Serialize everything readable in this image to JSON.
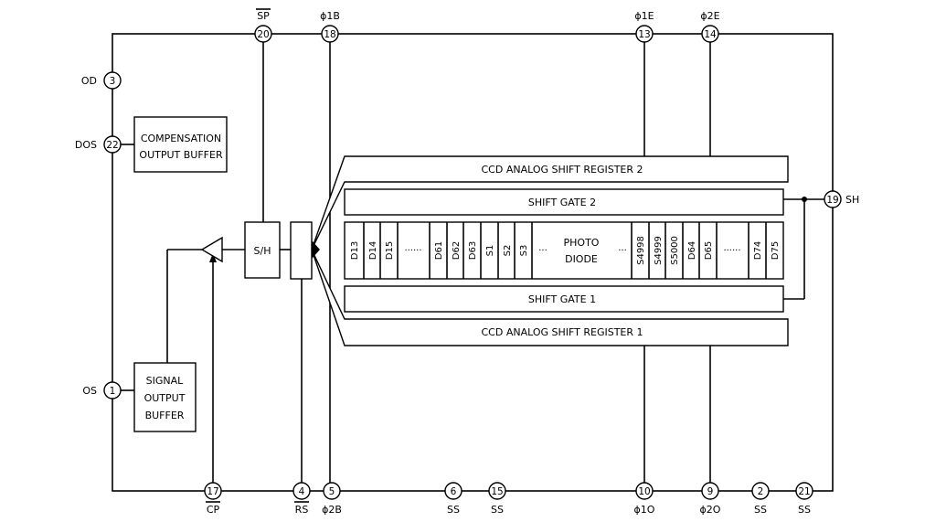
{
  "pins": {
    "sp": {
      "num": "20",
      "name": "SP"
    },
    "p1b": {
      "num": "18",
      "name": "ϕ1B"
    },
    "p1e": {
      "num": "13",
      "name": "ϕ1E"
    },
    "p2e": {
      "num": "14",
      "name": "ϕ2E"
    },
    "od": {
      "num": "3",
      "name": "OD"
    },
    "dos": {
      "num": "22",
      "name": "DOS"
    },
    "os": {
      "num": "1",
      "name": "OS"
    },
    "sh": {
      "num": "19",
      "name": "SH"
    },
    "cp": {
      "num": "17",
      "name": "CP"
    },
    "rs": {
      "num": "4",
      "name": "RS"
    },
    "p2b": {
      "num": "5",
      "name": "ϕ2B"
    },
    "ss6": {
      "num": "6",
      "name": "SS"
    },
    "ss15": {
      "num": "15",
      "name": "SS"
    },
    "p1o": {
      "num": "10",
      "name": "ϕ1O"
    },
    "p2o": {
      "num": "9",
      "name": "ϕ2O"
    },
    "ss2": {
      "num": "2",
      "name": "SS"
    },
    "ss21": {
      "num": "21",
      "name": "SS"
    }
  },
  "blocks": {
    "comp_line1": "COMPENSATION",
    "comp_line2": "OUTPUT BUFFER",
    "sig_line1": "SIGNAL",
    "sig_line2": "OUTPUT",
    "sig_line3": "BUFFER",
    "sh_label": "S/H",
    "ccd2": "CCD ANALOG SHIFT REGISTER 2",
    "ccd1": "CCD ANALOG SHIFT REGISTER 1",
    "gate2": "SHIFT GATE 2",
    "gate1": "SHIFT GATE 1",
    "photo_line1": "PHOTO",
    "photo_line2": "DIODE"
  },
  "cells": {
    "c0": "D13",
    "c1": "D14",
    "c2": "D15",
    "dots1": "......",
    "c3": "D61",
    "c4": "D62",
    "c5": "D63",
    "c6": "S1",
    "c7": "S2",
    "c8": "S3",
    "dots2": "...",
    "dots3": "...",
    "c9": "S4998",
    "c10": "S4999",
    "c11": "S5000",
    "c12": "D64",
    "c13": "D65",
    "dots4": "......",
    "c14": "D74",
    "c15": "D75"
  }
}
